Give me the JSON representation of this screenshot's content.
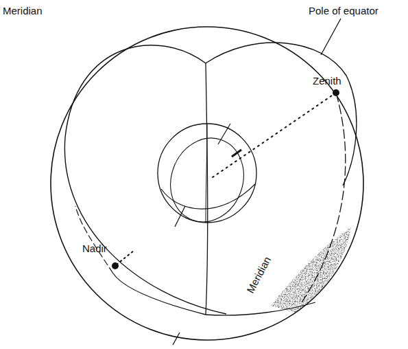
{
  "diagram": {
    "labels": [
      "Meridian",
      "Pole of equator",
      "Zenith",
      "Nadir",
      "Meridian"
    ]
  }
}
